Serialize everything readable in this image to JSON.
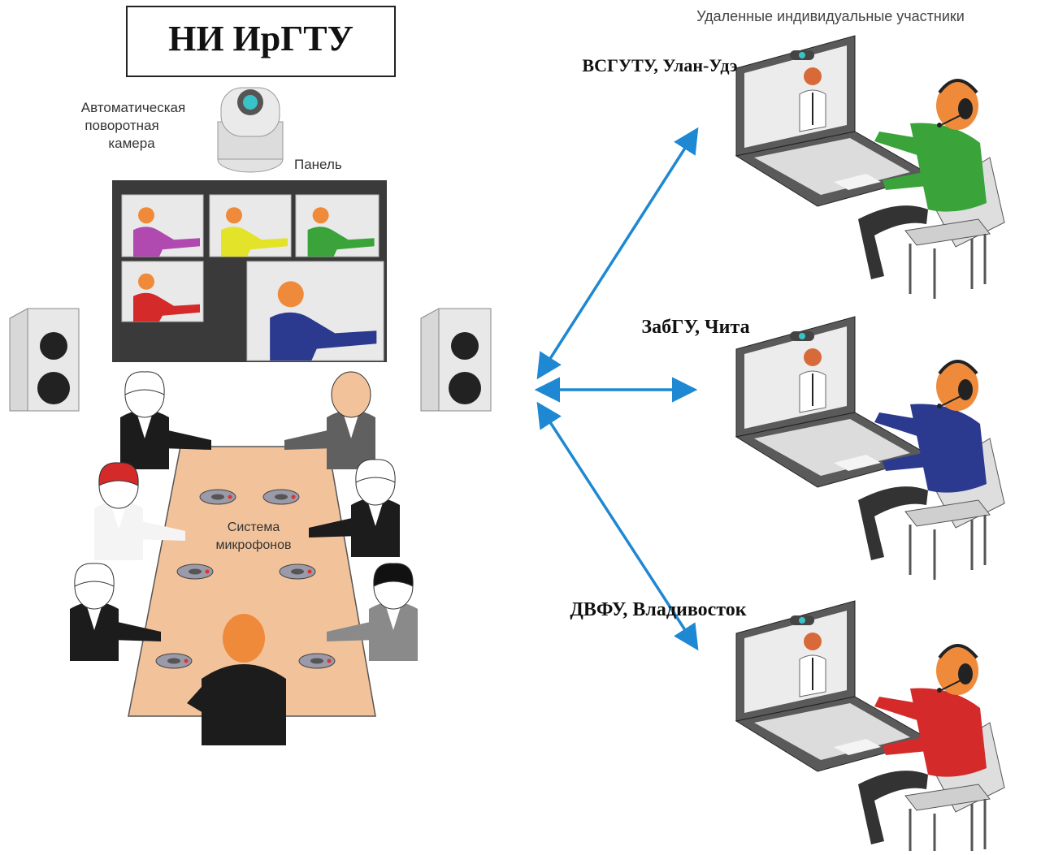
{
  "hub": {
    "title": "НИ ИрГТУ",
    "camera_label": [
      "Автоматическая",
      "поворотная",
      "камера"
    ],
    "panel_label": "Панель",
    "mic_label": [
      "Система",
      "микрофонов"
    ]
  },
  "remote": {
    "header": "Удаленные индивидуальные участники",
    "sites": [
      {
        "name": "ВСГУТУ, Улан-Удэ",
        "shirt_color": "#3aa33a"
      },
      {
        "name": "ЗабГУ, Чита",
        "shirt_color": "#2b3a8f"
      },
      {
        "name": "ДВФУ, Владивосток",
        "shirt_color": "#d42a2a"
      }
    ]
  },
  "colors": {
    "arrow": "#1e88d2",
    "table": "#f2c39b",
    "skin": "#ef8a3a",
    "screen_tiles": [
      "#b04ab0",
      "#e3e32a",
      "#3aa33a",
      "#d42a2a",
      "#2b3a8f"
    ]
  }
}
